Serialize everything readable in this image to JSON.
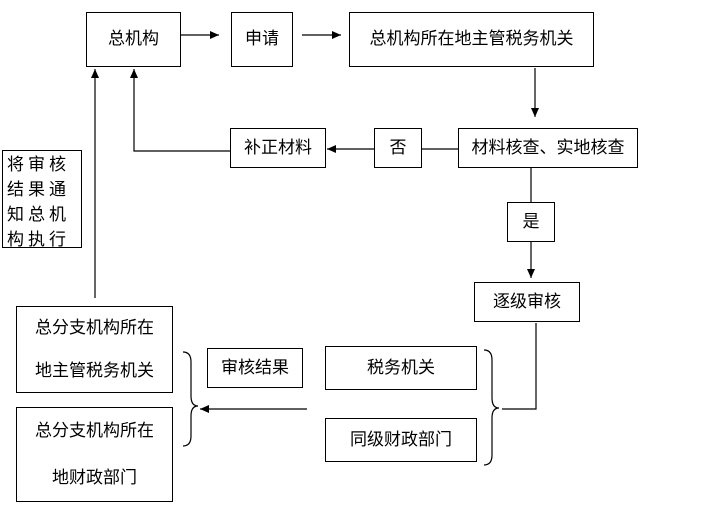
{
  "nodes": {
    "head_office": "总机构",
    "apply": "申请",
    "tax_authority_local": "总机构所在地主管税务机关",
    "check": "材料核查、实地核查",
    "no": "否",
    "supplement": "补正材料",
    "yes": "是",
    "review_level": "逐级审核",
    "notify_note": [
      "将审核",
      "结果通",
      "知总机",
      "构执行"
    ],
    "branch_tax": [
      "总分支机构所在",
      "地主管税务机关"
    ],
    "review_result": "审核结果",
    "tax_authority": "税务机关",
    "finance_same_level": "同级财政部门",
    "branch_finance": [
      "总分支机构所在",
      "地财政部门"
    ]
  }
}
